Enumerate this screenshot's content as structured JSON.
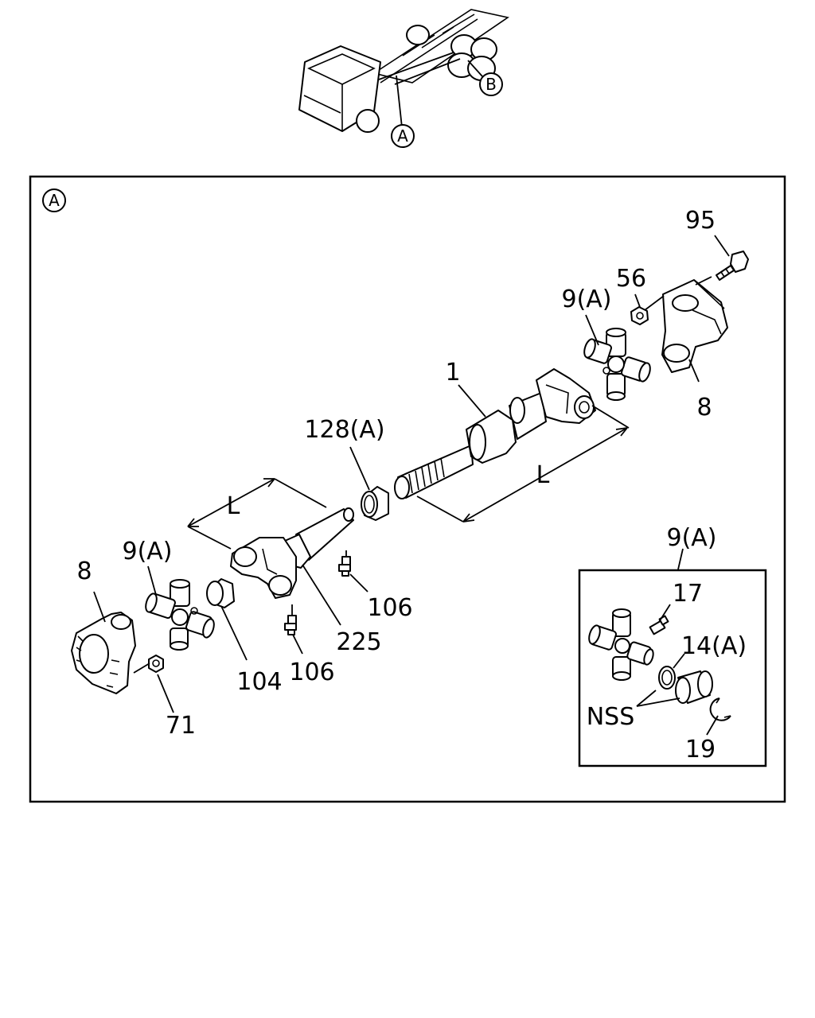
{
  "overview": {
    "callout_a": "A",
    "callout_b": "B"
  },
  "main_panel": {
    "view_marker": "A"
  },
  "labels": {
    "p95": "95",
    "p56": "56",
    "p9a_right": "9(A)",
    "p8_right": "8",
    "p1": "1",
    "p128a": "128(A)",
    "l_right": "L",
    "l_left": "L",
    "p9a_left": "9(A)",
    "p8_left": "8",
    "p106_top": "106",
    "p225": "225",
    "p104": "104",
    "p106_bottom": "106",
    "p71": "71"
  },
  "inset": {
    "title": "9(A)",
    "p17": "17",
    "p14a": "14(A)",
    "nss": "NSS",
    "p19": "19"
  }
}
